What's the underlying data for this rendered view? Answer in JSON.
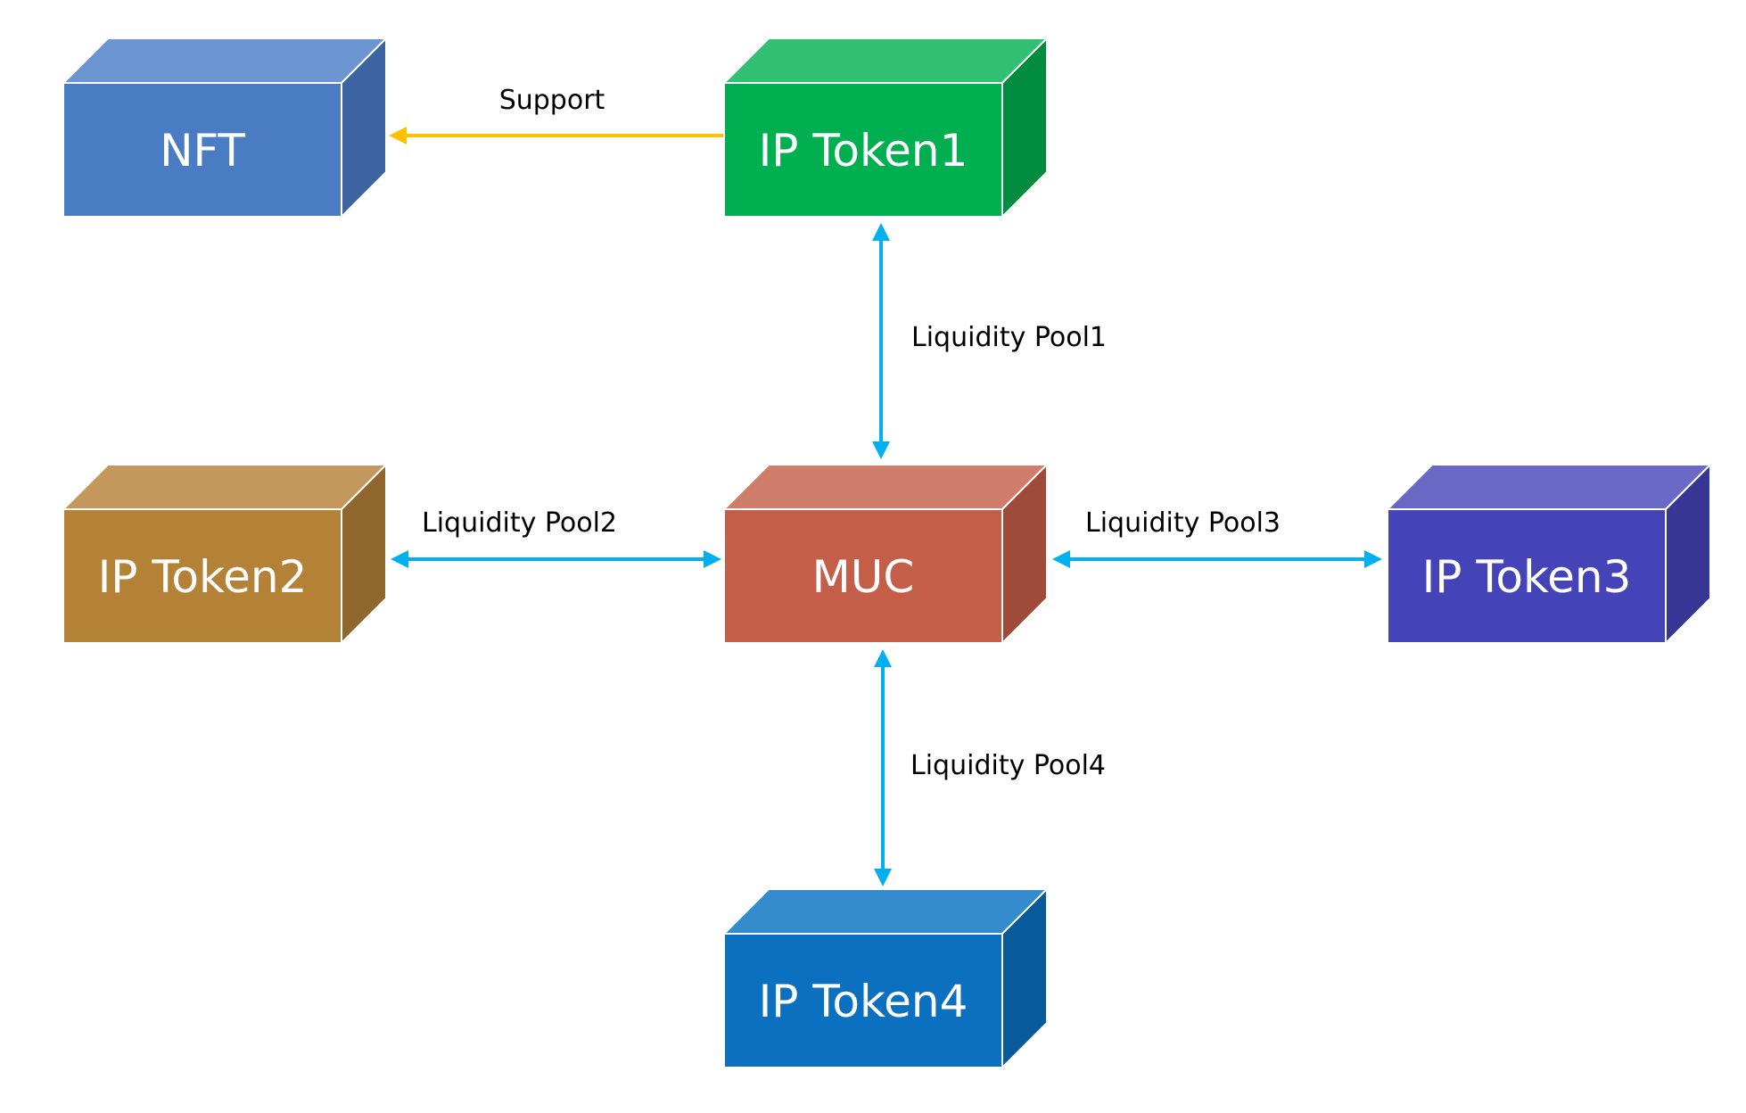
{
  "diagram": {
    "nodes": [
      {
        "id": "nft",
        "label": "NFT",
        "colors": {
          "front": "#4a7cc4",
          "top": "#6b96d2",
          "side": "#3b64a0"
        }
      },
      {
        "id": "ip1",
        "label": "IP Token1",
        "colors": {
          "front": "#00b050",
          "top": "#33c072",
          "side": "#008c3e"
        }
      },
      {
        "id": "ip2",
        "label": "IP Token2",
        "colors": {
          "front": "#b48237",
          "top": "#c4985c",
          "side": "#8f672c"
        }
      },
      {
        "id": "muc",
        "label": "MUC",
        "colors": {
          "front": "#c55e48",
          "top": "#d17d6c",
          "side": "#a04b3a"
        }
      },
      {
        "id": "ip3",
        "label": "IP Token3",
        "colors": {
          "front": "#4444b8",
          "top": "#6b69c6",
          "side": "#373694"
        }
      },
      {
        "id": "ip4",
        "label": "IP Token4",
        "colors": {
          "front": "#0b70c0",
          "top": "#358ccc",
          "side": "#085a9a"
        }
      }
    ],
    "edges": [
      {
        "id": "support",
        "from": "ip1",
        "to": "nft",
        "label": "Support",
        "direction": "one-way",
        "color": "#ffc000"
      },
      {
        "id": "pool1",
        "from": "ip1",
        "to": "muc",
        "label": "Liquidity Pool1",
        "direction": "two-way",
        "color": "#00b0f0"
      },
      {
        "id": "pool2",
        "from": "ip2",
        "to": "muc",
        "label": "Liquidity Pool2",
        "direction": "two-way",
        "color": "#00b0f0"
      },
      {
        "id": "pool3",
        "from": "muc",
        "to": "ip3",
        "label": "Liquidity Pool3",
        "direction": "two-way",
        "color": "#00b0f0"
      },
      {
        "id": "pool4",
        "from": "muc",
        "to": "ip4",
        "label": "Liquidity Pool4",
        "direction": "two-way",
        "color": "#00b0f0"
      }
    ]
  }
}
